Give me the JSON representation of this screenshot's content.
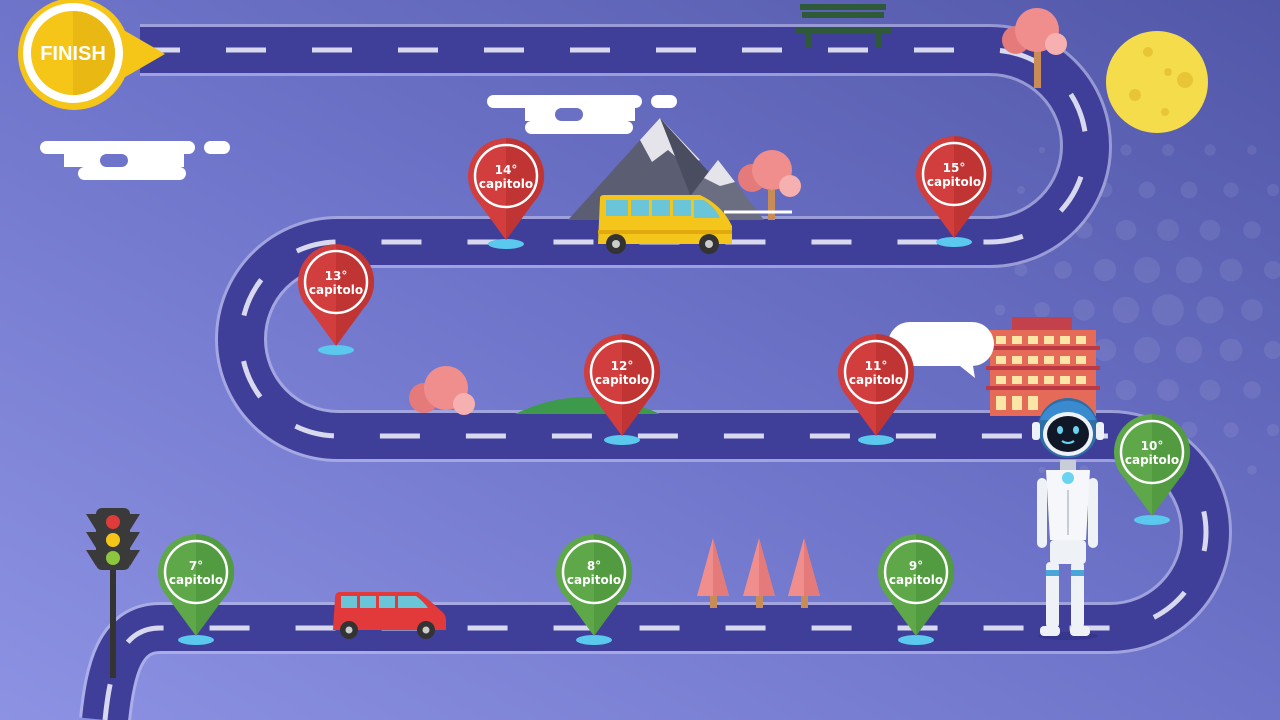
{
  "finish": {
    "label": "FINISH"
  },
  "chapters": [
    {
      "num": "7°",
      "word": "capitolo",
      "status": "done"
    },
    {
      "num": "8°",
      "word": "capitolo",
      "status": "done"
    },
    {
      "num": "9°",
      "word": "capitolo",
      "status": "done"
    },
    {
      "num": "10°",
      "word": "capitolo",
      "status": "done"
    },
    {
      "num": "11°",
      "word": "capitolo",
      "status": "locked"
    },
    {
      "num": "12°",
      "word": "capitolo",
      "status": "locked"
    },
    {
      "num": "13°",
      "word": "capitolo",
      "status": "locked"
    },
    {
      "num": "14°",
      "word": "capitolo",
      "status": "locked"
    },
    {
      "num": "15°",
      "word": "capitolo",
      "status": "locked"
    }
  ],
  "speech_bubble": {
    "text": ""
  },
  "colors": {
    "background": "#6e74c9",
    "road": "#3f3f9a",
    "road_dash": "#d8d8ee",
    "done_pin": "#5ea84a",
    "locked_pin": "#d23d3d",
    "finish_yellow": "#f5c518",
    "moon": "#f5dc4a"
  }
}
